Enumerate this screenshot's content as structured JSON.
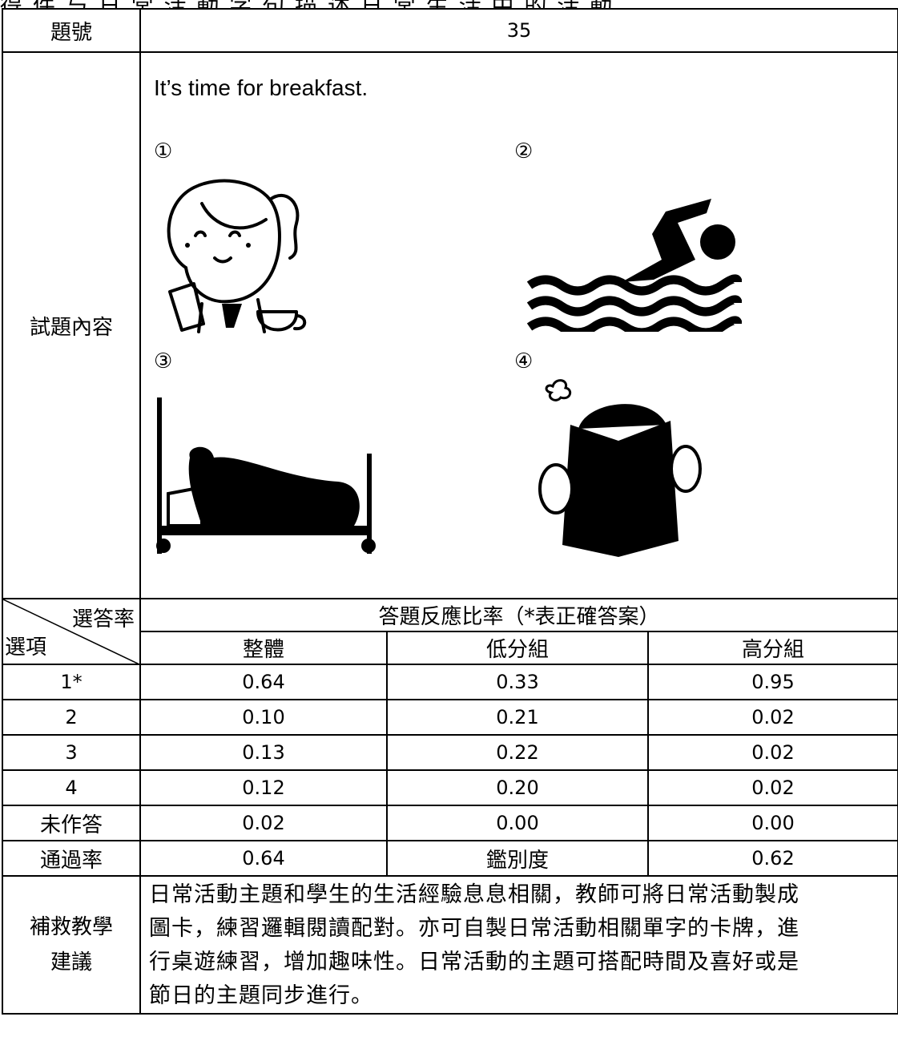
{
  "header_fragment": "得 件 与 日 常 活 動 字 句 描 述 日 常 生 活 中 的 活 動",
  "labels": {
    "item_no": "題號",
    "content": "試題內容",
    "rate": "選答率",
    "option": "選項",
    "response": "答題反應比率（*表正確答案）",
    "remedial_l1": "補救教學",
    "remedial_l2": "建議"
  },
  "item_number": "35",
  "question": {
    "text": "It’s time for breakfast.",
    "options": [
      "①",
      "②",
      "③",
      "④"
    ],
    "pictures": [
      "girl-breakfast",
      "swimmer",
      "sleeping-in-bed",
      "reading-book"
    ]
  },
  "columns": [
    "整體",
    "低分組",
    "高分組"
  ],
  "rows": [
    {
      "option": "1*",
      "values": [
        "0.64",
        "0.33",
        "0.95"
      ]
    },
    {
      "option": "2",
      "values": [
        "0.10",
        "0.21",
        "0.02"
      ]
    },
    {
      "option": "3",
      "values": [
        "0.13",
        "0.22",
        "0.02"
      ]
    },
    {
      "option": "4",
      "values": [
        "0.12",
        "0.20",
        "0.02"
      ]
    },
    {
      "option": "未作答",
      "values": [
        "0.02",
        "0.00",
        "0.00"
      ]
    }
  ],
  "summary": {
    "pass_label": "通過率",
    "pass_value": "0.64",
    "disc_label": "鑑別度",
    "disc_value": "0.62"
  },
  "advice": [
    "日常活動主題和學生的生活經驗息息相關，教師可將日常活動製成",
    "圖卡，練習邏輯閱讀配對。亦可自製日常活動相關單字的卡牌，進",
    "行桌遊練習，增加趣味性。日常活動的主題可搭配時間及喜好或是",
    "節日的主題同步進行。"
  ]
}
